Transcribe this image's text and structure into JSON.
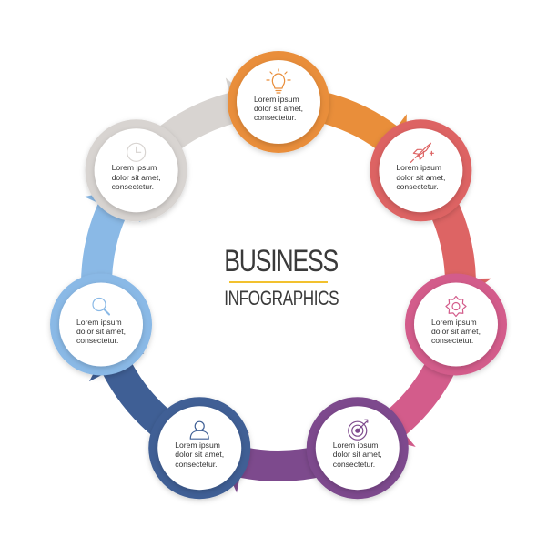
{
  "title": "BUSINESS",
  "subtitle": "INFOGRAPHICS",
  "accent_color": "#f2c12e",
  "steps": [
    {
      "icon": "lightbulb-icon",
      "color": "#e98e3a",
      "lines": [
        "Lorem ipsum",
        "dolor sit amet,",
        "consectetur."
      ]
    },
    {
      "icon": "rocket-icon",
      "color": "#dd6464",
      "lines": [
        "Lorem ipsum",
        "dolor sit amet,",
        "consectetur."
      ]
    },
    {
      "icon": "gear-icon",
      "color": "#d35c8b",
      "lines": [
        "Lorem ipsum",
        "dolor sit amet,",
        "consectetur."
      ]
    },
    {
      "icon": "target-icon",
      "color": "#7d4a8d",
      "lines": [
        "Lorem ipsum",
        "dolor sit amet,",
        "consectetur."
      ]
    },
    {
      "icon": "user-icon",
      "color": "#3f5f95",
      "lines": [
        "Lorem ipsum",
        "dolor sit amet,",
        "consectetur."
      ]
    },
    {
      "icon": "magnifier-icon",
      "color": "#8ab9e6",
      "lines": [
        "Lorem ipsum",
        "dolor sit amet,",
        "consectetur."
      ]
    },
    {
      "icon": "clock-icon",
      "color": "#d8d4d1",
      "lines": [
        "Lorem ipsum",
        "dolor sit amet,",
        "consectetur."
      ]
    }
  ]
}
